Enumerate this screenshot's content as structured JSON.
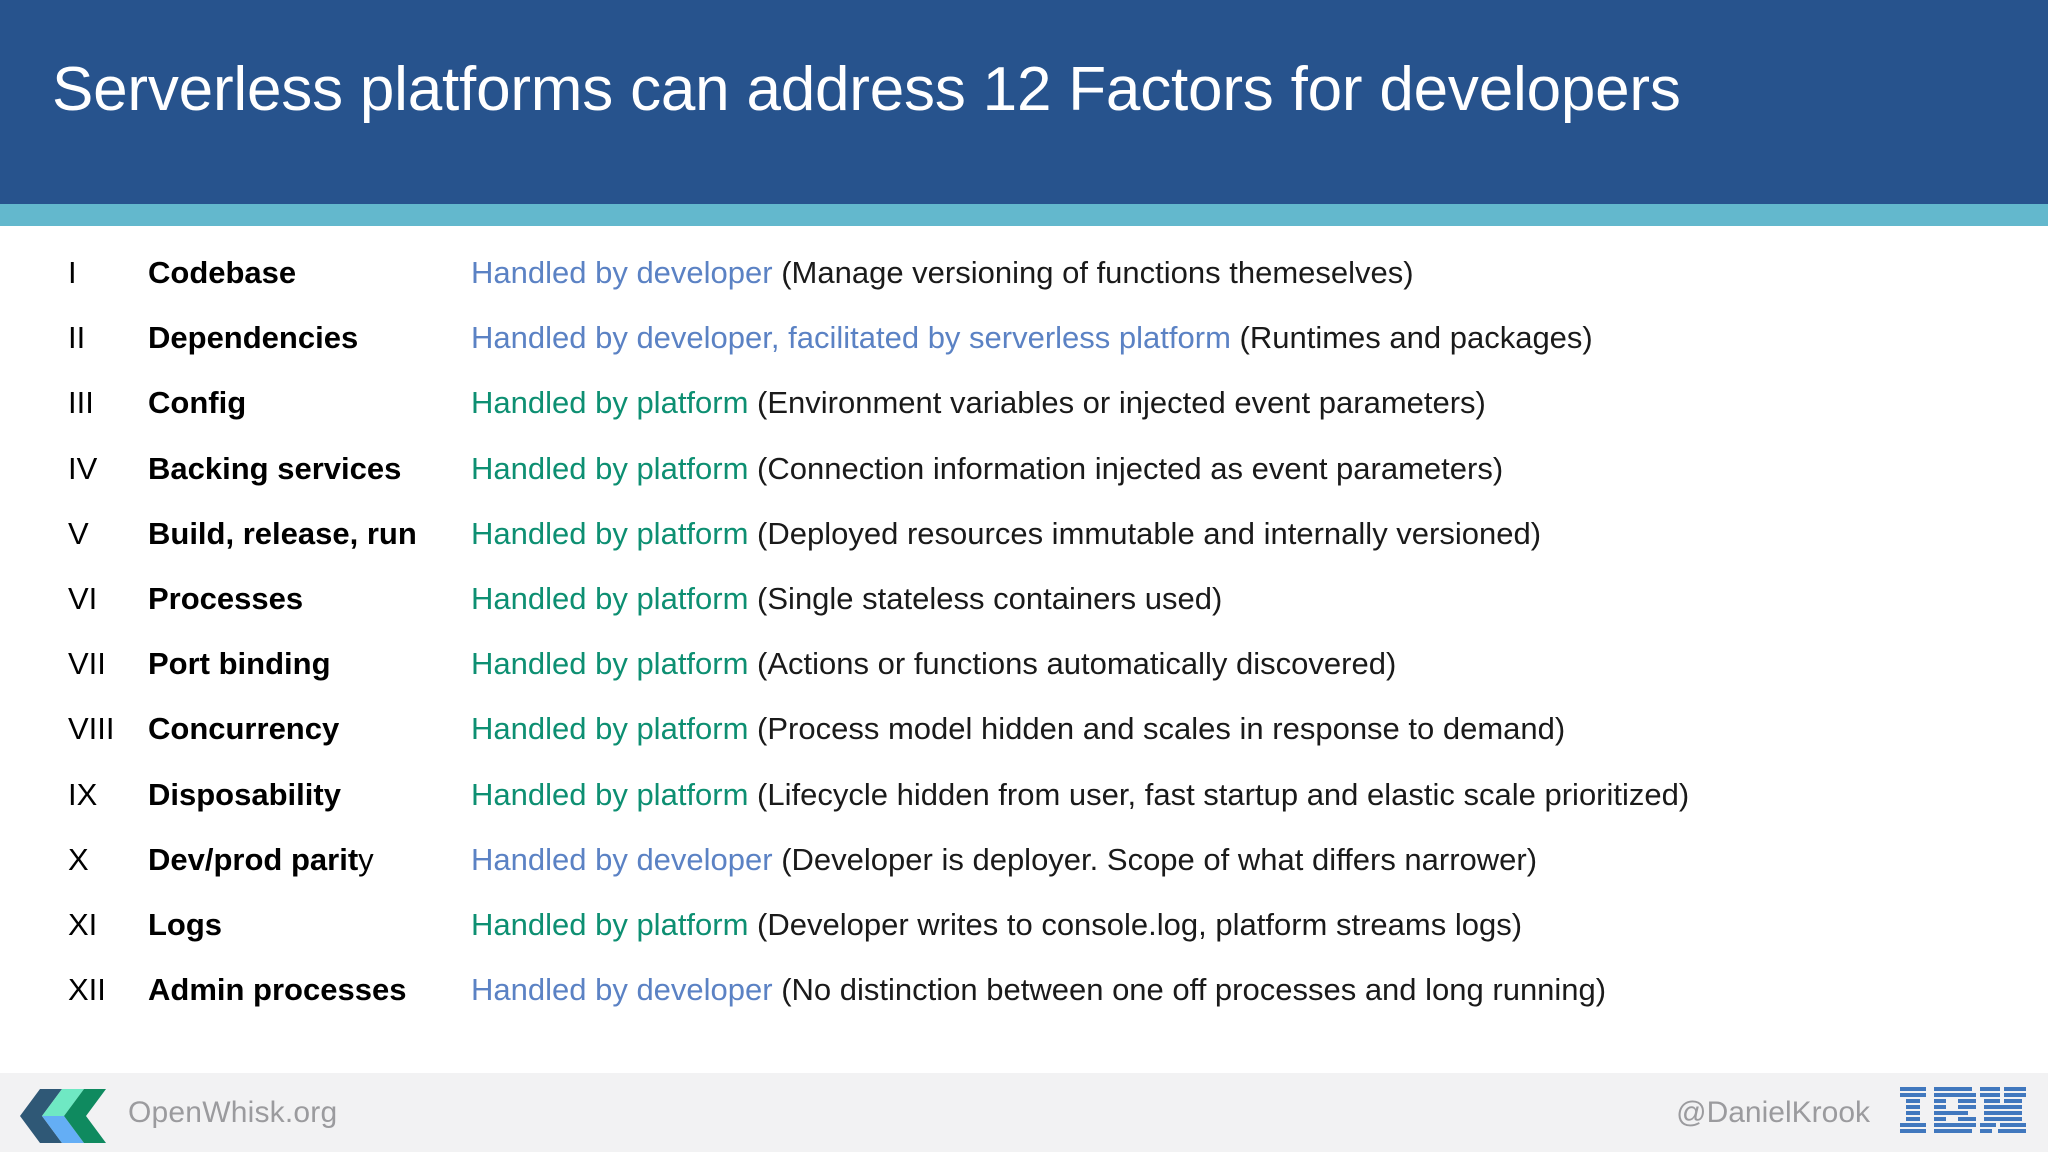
{
  "header": {
    "title": "Serverless platforms can address 12 Factors for developers",
    "band_color": "#27538d",
    "accent_color": "#63b8cd"
  },
  "colors": {
    "developer": "#5b82c4",
    "platform": "#0d8f72",
    "text": "#1a1a1a",
    "footer_background": "#f2f2f3",
    "footer_text": "#9b9b9e"
  },
  "factors": [
    {
      "numeral": "I",
      "name": "Codebase",
      "name_suffix": "",
      "handler": "Handled by developer",
      "handler_type": "developer",
      "detail": " (Manage versioning of functions themeselves)"
    },
    {
      "numeral": "II",
      "name": "Dependencies",
      "name_suffix": "",
      "handler": "Handled by developer, facilitated by serverless platform",
      "handler_type": "developer",
      "detail": " (Runtimes and packages)"
    },
    {
      "numeral": "III",
      "name": "Config",
      "name_suffix": "",
      "handler": "Handled by platform",
      "handler_type": "platform",
      "detail": " (Environment variables or injected event parameters)"
    },
    {
      "numeral": "IV",
      "name": "Backing services",
      "name_suffix": "",
      "handler": "Handled by platform",
      "handler_type": "platform",
      "detail": " (Connection information injected as event parameters)"
    },
    {
      "numeral": "V",
      "name": "Build, release, run",
      "name_suffix": "",
      "handler": "Handled by platform",
      "handler_type": "platform",
      "detail": " (Deployed resources immutable and internally versioned)"
    },
    {
      "numeral": "VI",
      "name": "Processes",
      "name_suffix": "",
      "handler": "Handled by platform",
      "handler_type": "platform",
      "detail": " (Single stateless containers used)"
    },
    {
      "numeral": "VII",
      "name": "Port binding",
      "name_suffix": "",
      "handler": "Handled by platform",
      "handler_type": "platform",
      "detail": " (Actions or functions automatically discovered)"
    },
    {
      "numeral": "VIII",
      "name": "Concurrency",
      "name_suffix": "",
      "handler": "Handled by platform",
      "handler_type": "platform",
      "detail": " (Process model hidden and scales in response to demand)"
    },
    {
      "numeral": "IX",
      "name": "Disposability",
      "name_suffix": "",
      "handler": "Handled by platform",
      "handler_type": "platform",
      "detail": " (Lifecycle hidden from user, fast startup and elastic scale prioritized)"
    },
    {
      "numeral": "X",
      "name": "Dev/prod parit",
      "name_suffix": "y",
      "handler": "Handled by developer",
      "handler_type": "developer",
      "detail": " (Developer is deployer. Scope of what differs narrower)"
    },
    {
      "numeral": "XI",
      "name": "Logs",
      "name_suffix": "",
      "handler": "Handled by platform",
      "handler_type": "platform",
      "detail": " (Developer writes to console.log, platform streams logs)"
    },
    {
      "numeral": "XII",
      "name": "Admin processes",
      "name_suffix": "",
      "handler": "Handled by developer",
      "handler_type": "developer",
      "detail": " (No distinction between one off processes and long running)"
    }
  ],
  "footer": {
    "brand": "OpenWhisk.org",
    "handle": "@DanielKrook",
    "logo_icon": "openwhisk-logo",
    "vendor_icon": "ibm-logo"
  }
}
